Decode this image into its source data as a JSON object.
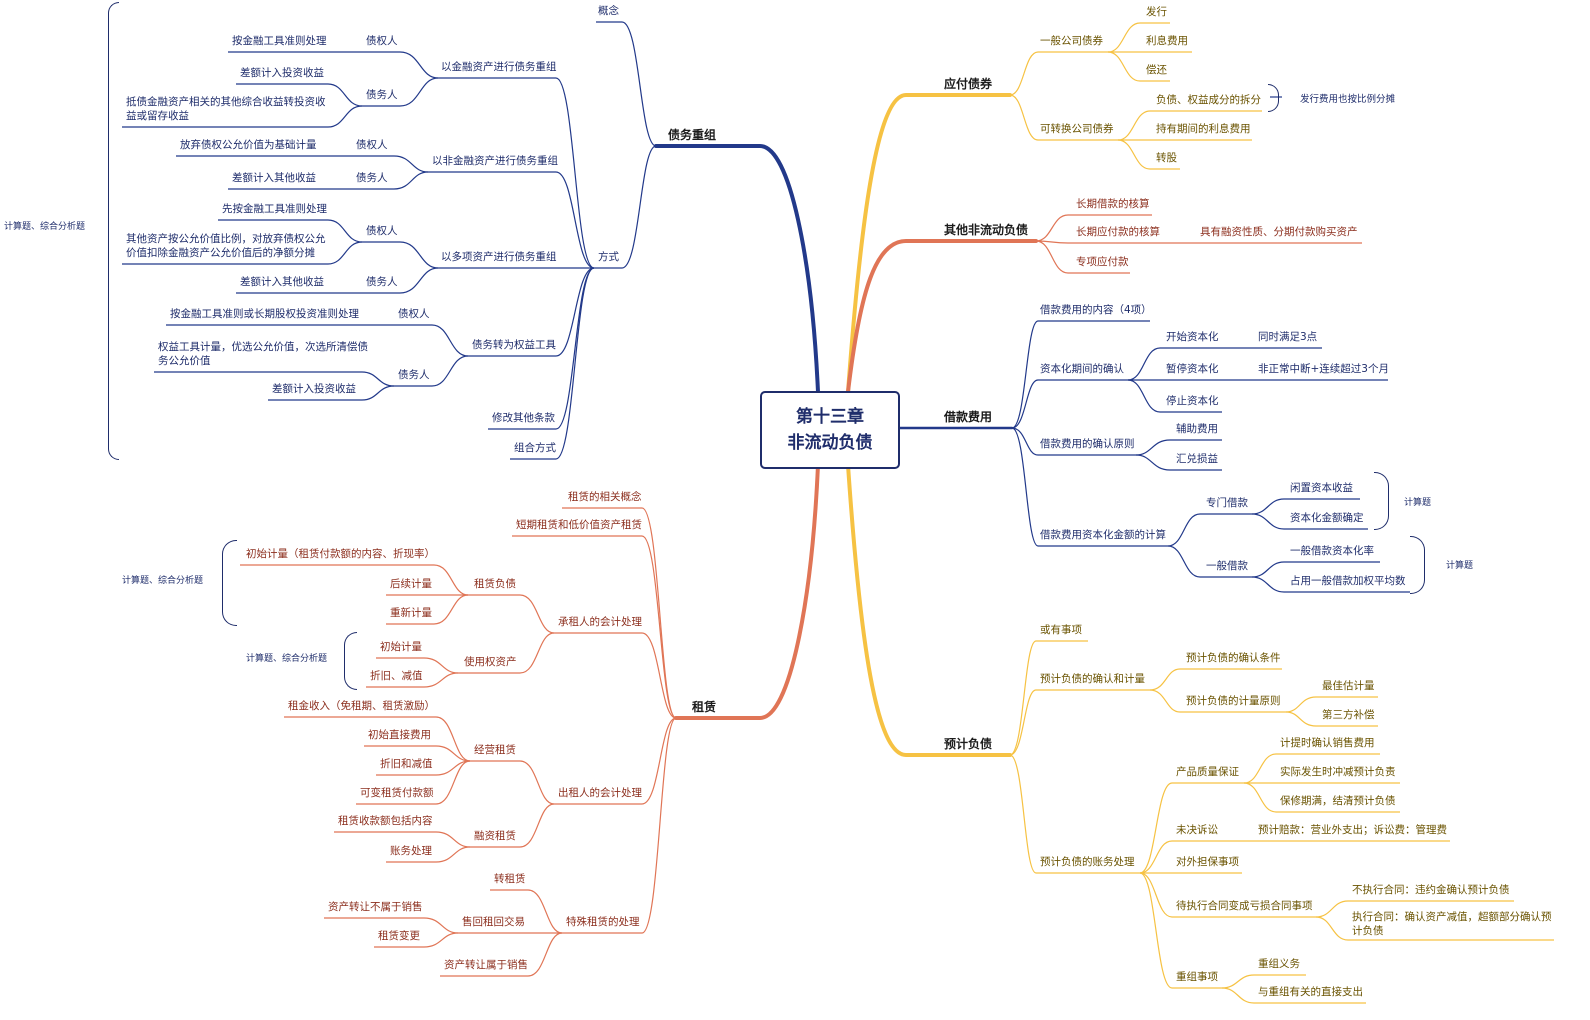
{
  "root": {
    "line1": "第十三章",
    "line2": "非流动负债"
  },
  "debt_restructuring": {
    "title": "债务重组",
    "concept": "概念",
    "methods": "方式",
    "financial_assets": "以金融资产进行债务重组",
    "fa_creditor": "债权人",
    "fa_creditor_note": "按金融工具准则处理",
    "fa_debtor": "债务人",
    "fa_debtor_note1": "差额计入投资收益",
    "fa_debtor_note2": "抵债金融资产相关的其他综合收益转投资收益或留存收益",
    "non_financial": "以非金融资产进行债务重组",
    "nf_creditor": "债权人",
    "nf_creditor_note": "放弃债权公允价值为基础计量",
    "nf_debtor": "债务人",
    "nf_debtor_note": "差额计入其他收益",
    "multiple": "以多项资产进行债务重组",
    "mu_creditor": "债权人",
    "mu_creditor_note1": "先按金融工具准则处理",
    "mu_creditor_note2": "其他资产按公允价值比例，对放弃债权公允价值扣除金融资产公允价值后的净额分摊",
    "mu_debtor": "债务人",
    "mu_debtor_note": "差额计入其他收益",
    "equity": "债务转为权益工具",
    "eq_creditor": "债权人",
    "eq_creditor_note": "按金融工具准则或长期股权投资准则处理",
    "eq_debtor": "债务人",
    "eq_debtor_note1": "权益工具计量，优选公允价值，次选所清偿债务公允价值",
    "eq_debtor_note2": "差额计入投资收益",
    "modify": "修改其他条款",
    "combined": "组合方式",
    "tag": "计算题、综合分析题"
  },
  "lease": {
    "title": "租赁",
    "concept": "租赁的相关概念",
    "short_term": "短期租赁和低价值资产租赁",
    "lessee": "承租人的会计处理",
    "liability": "租赁负债",
    "initial": "初始计量（租赁付款额的内容、折现率）",
    "subsequent": "后续计量",
    "remeasure": "重新计量",
    "tag1": "计算题、综合分析题",
    "rou": "使用权资产",
    "rou_initial": "初始计量",
    "rou_dep": "折旧、减值",
    "tag2": "计算题、综合分析题",
    "lessor": "出租人的会计处理",
    "operating": "经营租赁",
    "op_rent": "租金收入（免租期、租赁激励）",
    "op_direct": "初始直接费用",
    "op_dep": "折旧和减值",
    "op_variable": "可变租赁付款额",
    "finance": "融资租赁",
    "fi_content": "租赁收款额包括内容",
    "fi_account": "账务处理",
    "special": "特殊租赁的处理",
    "sublease": "转租赁",
    "sale_leaseback": "售回租回交易",
    "not_sale": "资产转让不属于销售",
    "change": "租赁变更",
    "is_sale": "资产转让属于销售"
  },
  "bonds": {
    "title": "应付债券",
    "general": "一般公司债券",
    "issue": "发行",
    "interest": "利息费用",
    "repay": "偿还",
    "convertible": "可转换公司债券",
    "split": "负债、权益成分的拆分",
    "split_note": "发行费用也按比例分摊",
    "holding": "持有期间的利息费用",
    "convert": "转股"
  },
  "other_noncurrent": {
    "title": "其他非流动负债",
    "loan": "长期借款的核算",
    "payable": "长期应付款的核算",
    "payable_note": "具有融资性质、分期付款购买资产",
    "special": "专项应付款"
  },
  "borrowing": {
    "title": "借款费用",
    "content": "借款费用的内容（4项）",
    "period": "资本化期间的确认",
    "start": "开始资本化",
    "start_note": "同时满足3点",
    "pause": "暂停资本化",
    "pause_note": "非正常中断+连续超过3个月",
    "stop": "停止资本化",
    "principle": "借款费用的确认原则",
    "aux": "辅助费用",
    "fx": "汇兑损益",
    "calc": "借款费用资本化金额的计算",
    "special_loan": "专门借款",
    "idle": "闲置资本收益",
    "sl_amount": "资本化金额确定",
    "tag1": "计算题",
    "general_loan": "一般借款",
    "rate": "一般借款资本化率",
    "weighted": "占用一般借款加权平均数",
    "tag2": "计算题"
  },
  "provisions": {
    "title": "预计负债",
    "contingency": "或有事项",
    "recognition": "预计负债的确认和计量",
    "conditions": "预计负债的确认条件",
    "measure": "预计负债的计量原则",
    "best": "最佳估计量",
    "third": "第三方补偿",
    "accounting": "预计负债的账务处理",
    "quality": "产品质量保证",
    "q1": "计提时确认销售费用",
    "q2": "实际发生时冲减预计负责",
    "q3": "保修期满，结清预计负债",
    "lawsuit": "未决诉讼",
    "lawsuit_note": "预计赔款：营业外支出；诉讼费：管理费",
    "guarantee": "对外担保事项",
    "onerous": "待执行合同变成亏损合同事项",
    "on1": "不执行合同：违约金确认预计负债",
    "on2": "执行合同：确认资产减值，超额部分确认预计负债",
    "restructure": "重组事项",
    "re1": "重组义务",
    "re2": "与重组有关的直接支出"
  }
}
